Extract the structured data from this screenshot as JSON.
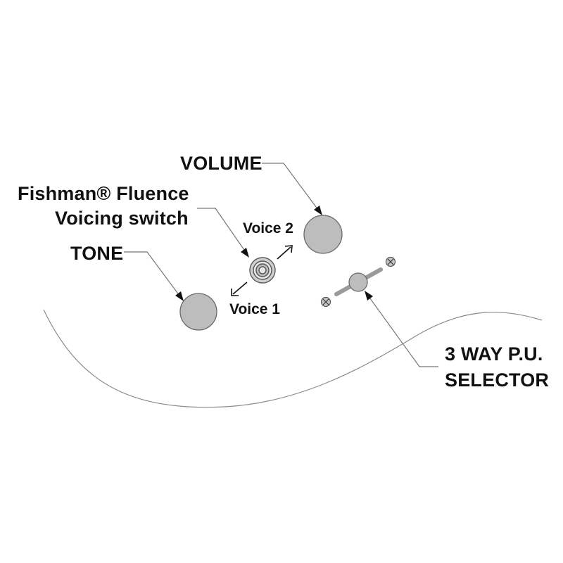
{
  "labels": {
    "volume": "VOLUME",
    "fishman_line1": "Fishman® Fluence",
    "fishman_line2": "Voicing switch",
    "tone": "TONE",
    "voice2": "Voice 2",
    "voice1": "Voice 1",
    "selector_line1": "3 WAY P.U.",
    "selector_line2": "SELECTOR"
  },
  "colors": {
    "knob_fill": "#bdbdbd",
    "outline": "#6a6a6a",
    "text": "#111111",
    "background": "#ffffff"
  }
}
